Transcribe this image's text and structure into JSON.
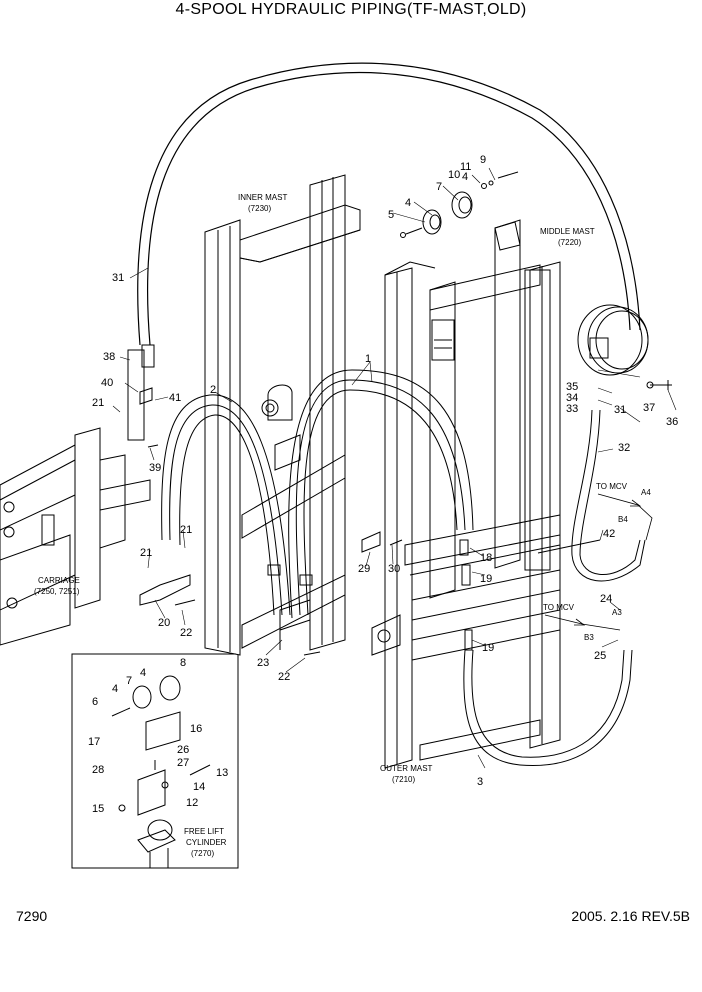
{
  "title": "4-SPOOL HYDRAULIC PIPING(TF-MAST,OLD)",
  "page_code": "7290",
  "revision_date": "2005. 2.16  REV.5B",
  "labels": {
    "inner_mast": "INNER MAST",
    "inner_mast_code": "(7230)",
    "middle_mast": "MIDDLE MAST",
    "middle_mast_code": "(7220)",
    "outer_mast": "OUTER MAST",
    "outer_mast_code": "(7210)",
    "carriage": "CARRIAGE",
    "carriage_code": "(7250, 7251)",
    "free_lift_1": "FREE LIFT",
    "free_lift_2": "CYLINDER",
    "free_lift_code": "(7270)",
    "to_mcv_a": "TO MCV",
    "to_mcv_b": "TO MCV",
    "port_a4": "A4",
    "port_b4": "B4",
    "port_a3": "A3",
    "port_b3": "B3"
  },
  "callouts": {
    "n1": "1",
    "n2": "2",
    "n3": "3",
    "n4a": "4",
    "n4b": "4",
    "n4c": "4",
    "n4d": "4",
    "n5": "5",
    "n6": "6",
    "n7a": "7",
    "n7b": "7",
    "n8": "8",
    "n9": "9",
    "n10": "10",
    "n11": "11",
    "n12": "12",
    "n13": "13",
    "n14": "14",
    "n15": "15",
    "n16": "16",
    "n17": "17",
    "n18": "18",
    "n19a": "19",
    "n19b": "19",
    "n20": "20",
    "n21a": "21",
    "n21b": "21",
    "n21c": "21",
    "n22a": "22",
    "n22b": "22",
    "n23": "23",
    "n24": "24",
    "n25": "25",
    "n26": "26",
    "n27": "27",
    "n28": "28",
    "n29": "29",
    "n30": "30",
    "n31a": "31",
    "n31b": "31",
    "n32": "32",
    "n33": "33",
    "n34": "34",
    "n35": "35",
    "n36": "36",
    "n37": "37",
    "n38": "38",
    "n39": "39",
    "n40": "40",
    "n41": "41",
    "n42": "42"
  }
}
